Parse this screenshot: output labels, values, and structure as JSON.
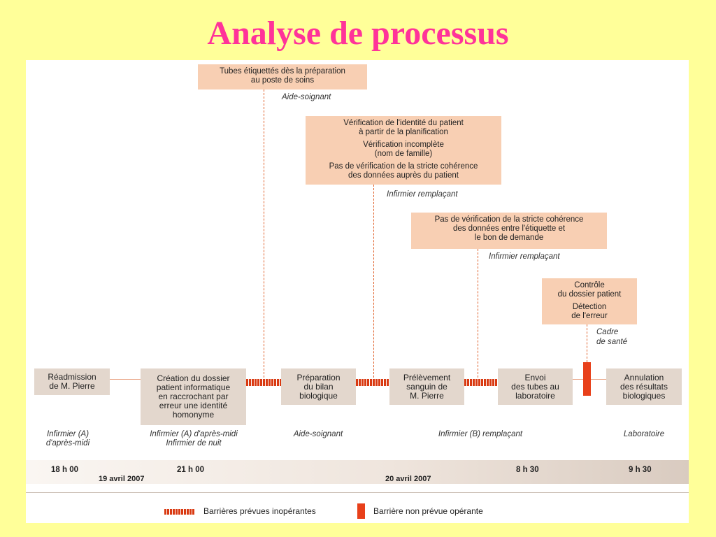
{
  "title": "Analyse de processus",
  "top_boxes": [
    {
      "lines": [
        "Tubes étiquettés dès la préparation",
        "au poste de soins"
      ],
      "role": "Aide-soignant"
    },
    {
      "lines": [
        "Vérification de l'identité du patient",
        "à partir de la planification"
      ],
      "lines2": [
        "Vérification incomplète",
        "(nom de famille)"
      ],
      "lines3": [
        "Pas de vérification de la stricte cohérence",
        "des données auprès du patient"
      ],
      "role": "Infirmier remplaçant"
    },
    {
      "lines": [
        "Pas de vérification de la stricte cohérence",
        "des données entre l'étiquette et",
        "le bon de demande"
      ],
      "role": "Infirmier remplaçant"
    },
    {
      "lines": [
        "Contrôle",
        "du dossier patient"
      ],
      "lines2": [
        "Détection",
        "de l'erreur"
      ],
      "role": [
        "Cadre",
        "de santé"
      ]
    }
  ],
  "steps": [
    [
      "Réadmission",
      "de M. Pierre"
    ],
    [
      "Création du dossier",
      "patient informatique",
      "en raccrochant par",
      "erreur une identité",
      "homonyme"
    ],
    [
      "Préparation",
      "du bilan",
      "biologique"
    ],
    [
      "Prélèvement",
      "sanguin de",
      "M. Pierre"
    ],
    [
      "Envoi",
      "des tubes au",
      "laboratoire"
    ],
    [
      "Annulation",
      "des résultats",
      "biologiques"
    ]
  ],
  "agents": [
    [
      "Infirmier (A)",
      "d'après-midi"
    ],
    [
      "Infirmier (A) d'après-midi",
      "Infirmier de nuit"
    ],
    [
      "Aide-soignant"
    ],
    [
      "Infirmier (B) remplaçant"
    ],
    [
      "Laboratoire"
    ]
  ],
  "times": [
    "18 h 00",
    "21 h 00",
    "8 h 30",
    "9 h 30"
  ],
  "dates": [
    "19 avril 2007",
    "20 avril 2007"
  ],
  "legend": {
    "inoperative": "Barrières prévues inopérantes",
    "operative": "Barrière non prévue opérante"
  },
  "colors": {
    "title": "#ff3399",
    "background": "#ffff99",
    "process_box": "#f8cfb3",
    "step_box": "#e3d7cd",
    "barrier": "#e8401a"
  }
}
